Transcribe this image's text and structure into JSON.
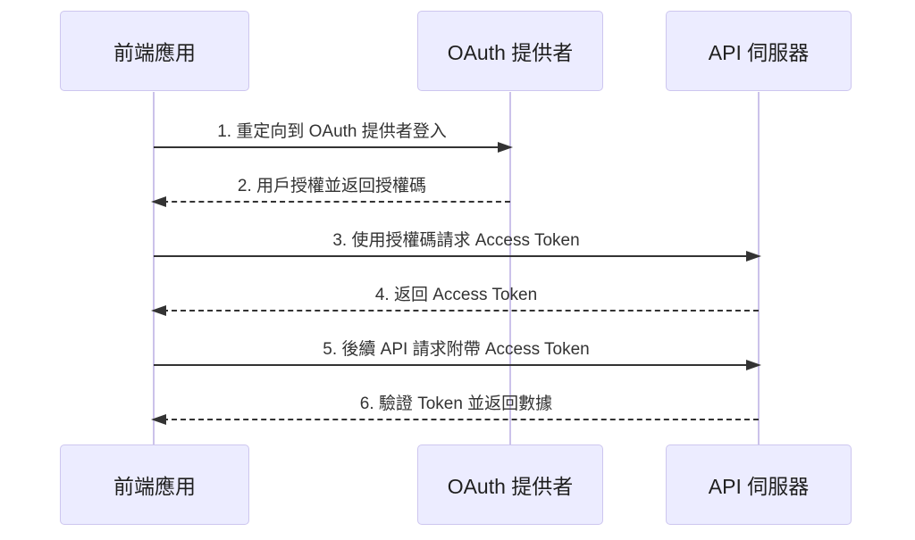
{
  "diagram": {
    "type": "sequence",
    "background": "#ffffff",
    "colors": {
      "actor_fill": "#ECECFF",
      "actor_border": "#CDC6EF",
      "lifeline": "#CBC2EA",
      "arrow": "#333333",
      "message_text": "#333333",
      "actor_text": "#1f1f1f"
    },
    "actors": [
      {
        "id": "frontend",
        "label": "前端應用"
      },
      {
        "id": "oauth-provider",
        "label": "OAuth 提供者"
      },
      {
        "id": "api-server",
        "label": "API 伺服器"
      }
    ],
    "messages": [
      {
        "seq": 1,
        "label": "1. 重定向到 OAuth 提供者登入",
        "from": "前端應用",
        "to": "OAuth 提供者",
        "line": "solid",
        "direction": "right"
      },
      {
        "seq": 2,
        "label": "2. 用戶授權並返回授權碼",
        "from": "OAuth 提供者",
        "to": "前端應用",
        "line": "dashed",
        "direction": "left"
      },
      {
        "seq": 3,
        "label": "3. 使用授權碼請求 Access Token",
        "from": "前端應用",
        "to": "API 伺服器",
        "line": "solid",
        "direction": "right"
      },
      {
        "seq": 4,
        "label": "4. 返回 Access Token",
        "from": "API 伺服器",
        "to": "前端應用",
        "line": "dashed",
        "direction": "left"
      },
      {
        "seq": 5,
        "label": "5. 後續 API 請求附帶 Access Token",
        "from": "前端應用",
        "to": "API 伺服器",
        "line": "solid",
        "direction": "right"
      },
      {
        "seq": 6,
        "label": "6. 驗證 Token 並返回數據",
        "from": "API 伺服器",
        "to": "前端應用",
        "line": "dashed",
        "direction": "left"
      }
    ]
  }
}
